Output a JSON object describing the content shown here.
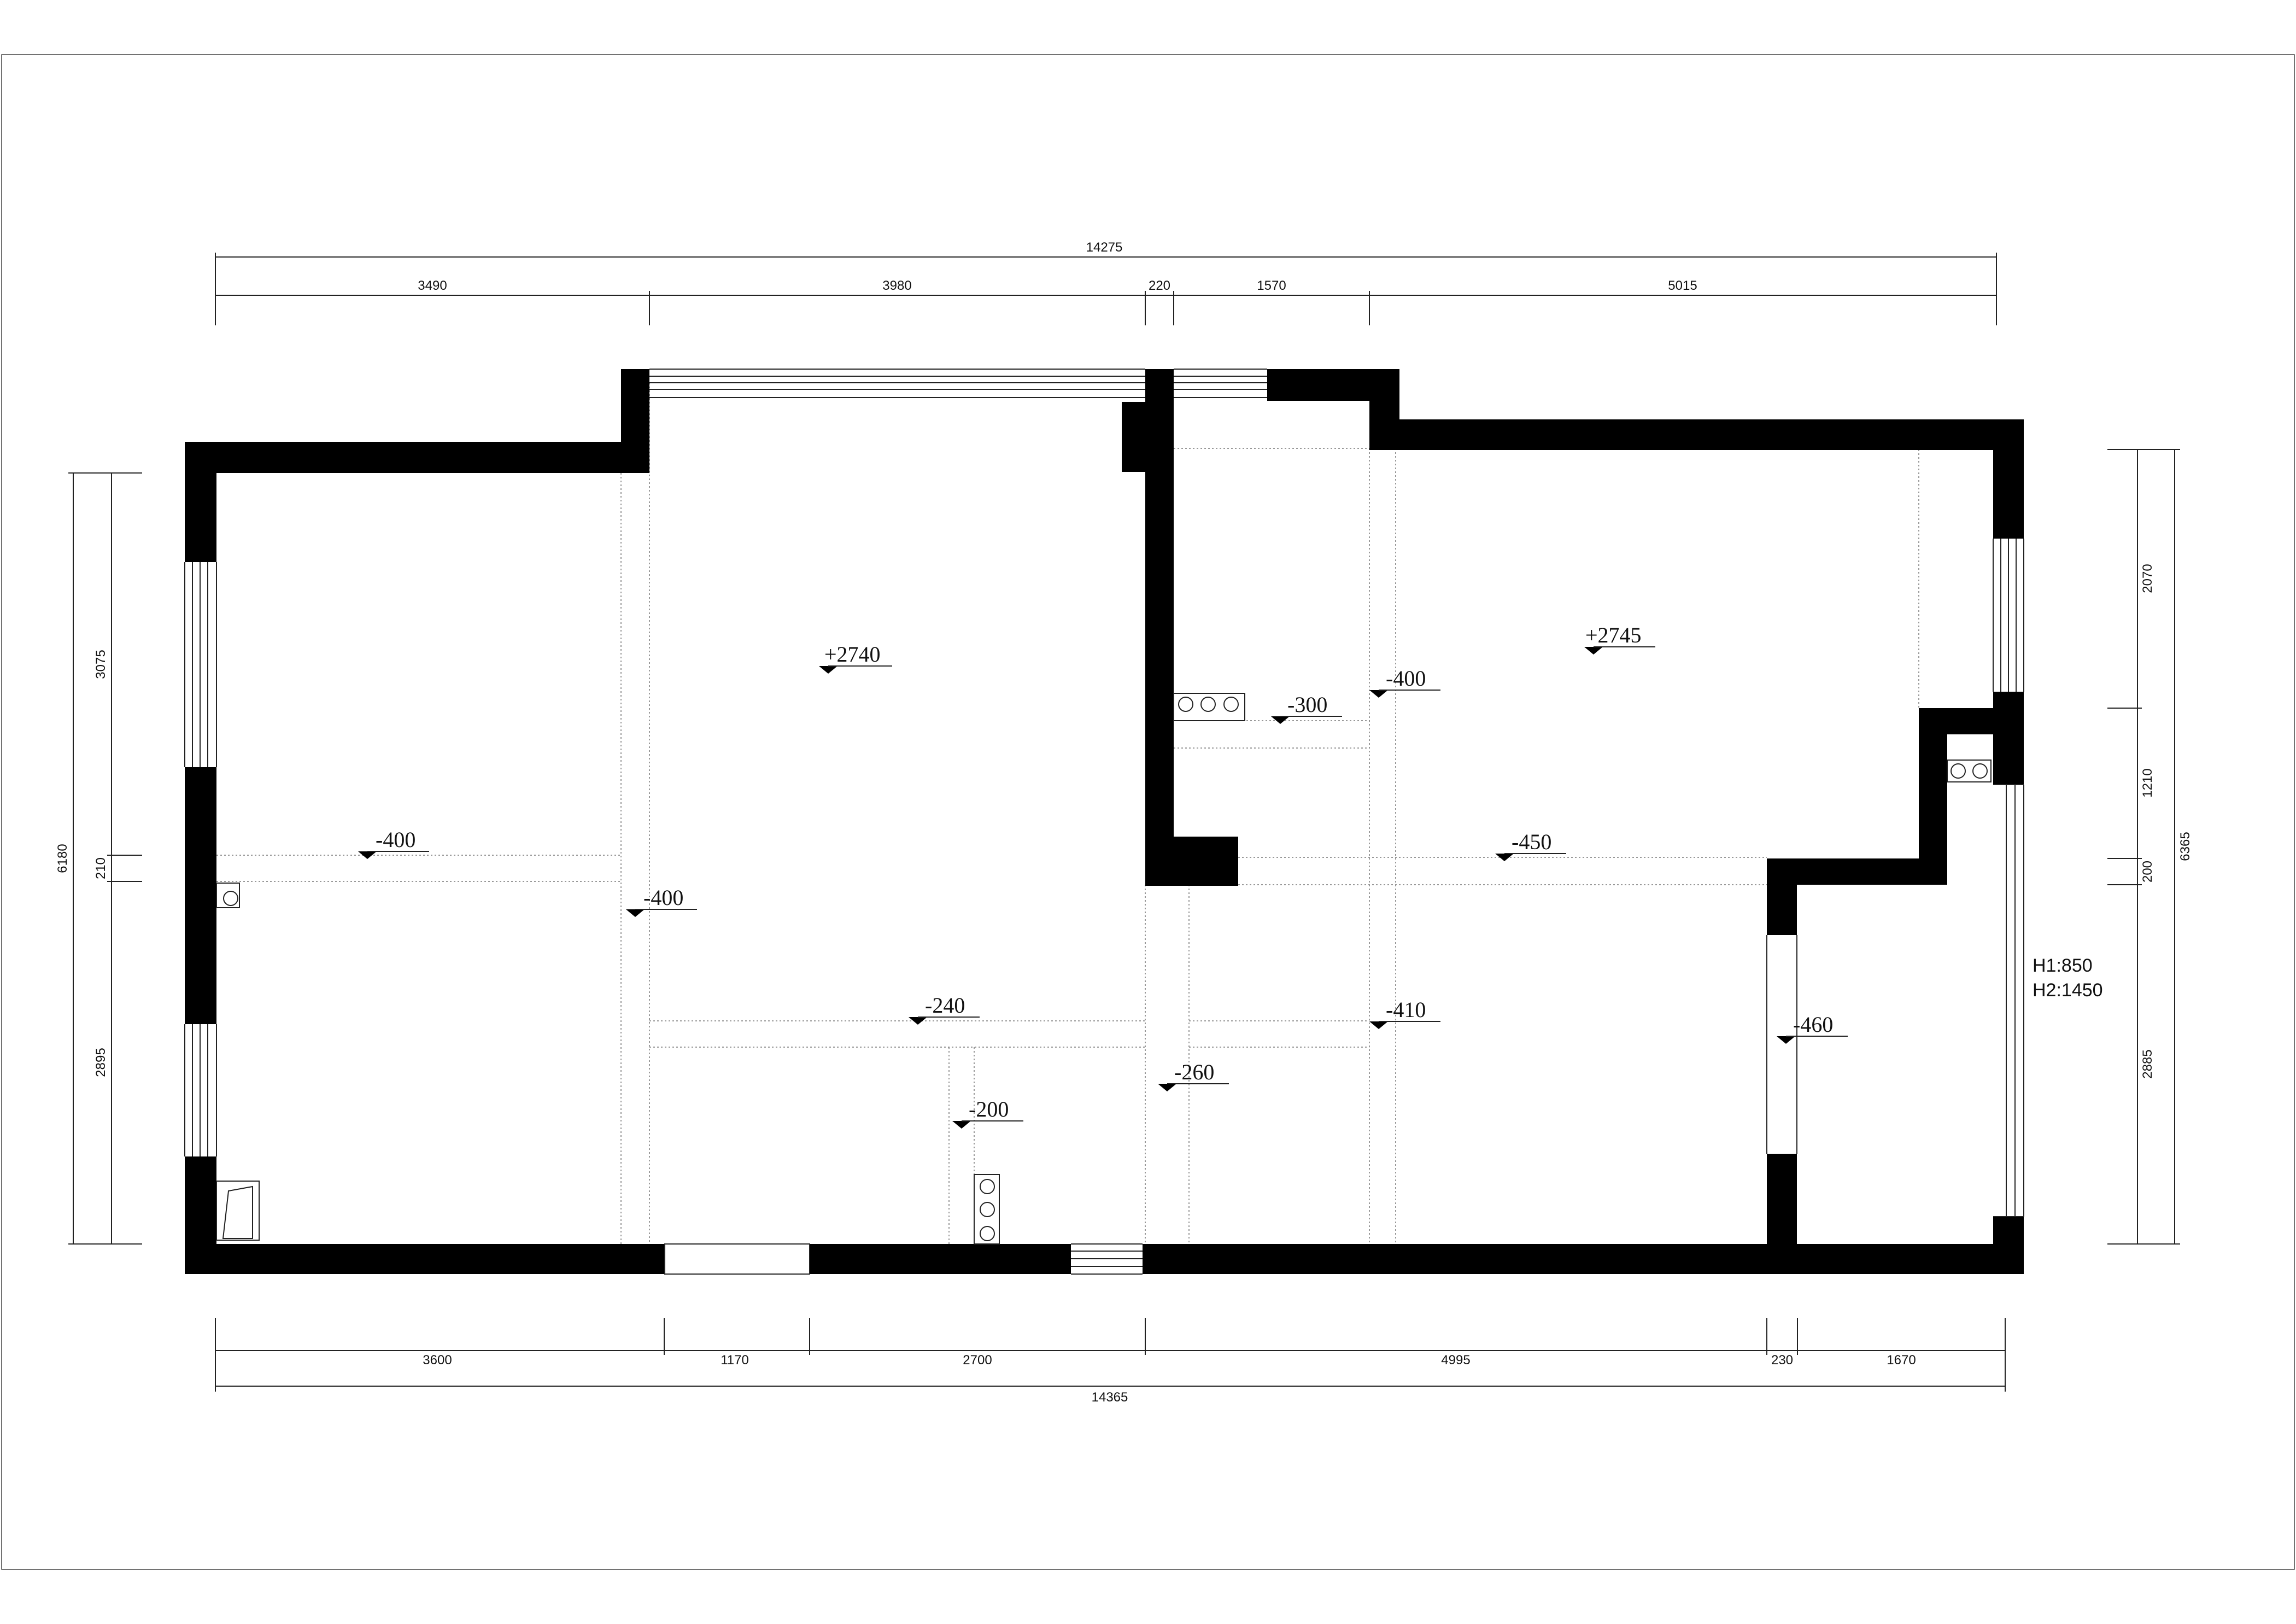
{
  "dimensions": {
    "top_total": "14275",
    "top_segments": [
      "3490",
      "3980",
      "220",
      "1570",
      "5015"
    ],
    "bottom_total": "14365",
    "bottom_segments": [
      "3600",
      "1170",
      "2700",
      "4995",
      "230",
      "1670"
    ],
    "left_total": "6180",
    "left_segments": [
      "3075",
      "210",
      "2895"
    ],
    "right_total": "6365",
    "right_segments": [
      "2070",
      "1210",
      "200",
      "2885"
    ]
  },
  "levels": {
    "room_center": "+2740",
    "room_right": "+2745",
    "beam_left": "-400",
    "beam_left_vertical": "-400",
    "beam_center_h": "-240",
    "beam_small_v": "-200",
    "beam_mid_v": "-260",
    "beam_upper_small": "-300",
    "beam_upper_v": "-400",
    "beam_right_h": "-450",
    "beam_right_v": "-410",
    "beam_far_right_v": "-460"
  },
  "window_heights": {
    "h1": "H1:850",
    "h2": "H2:1450"
  }
}
